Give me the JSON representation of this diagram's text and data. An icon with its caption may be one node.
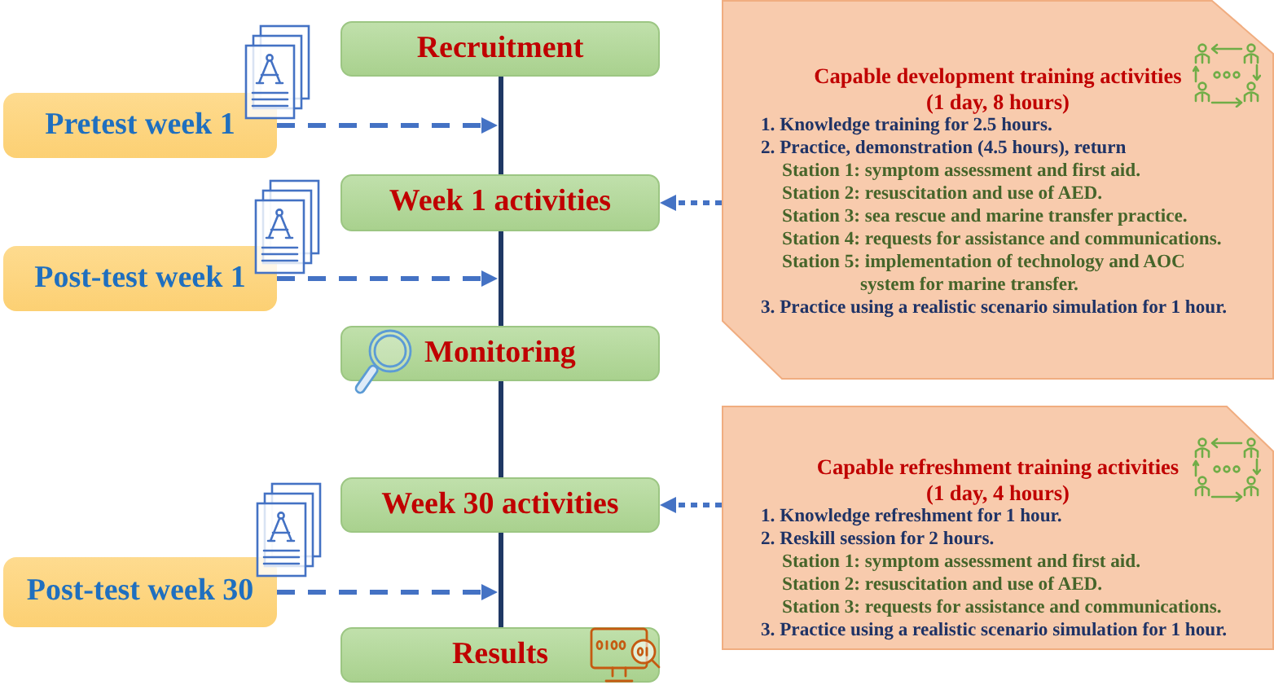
{
  "diagram": {
    "nodes": [
      {
        "text": [
          "Recruitment"
        ]
      },
      {
        "text": [
          "Pretest week 1"
        ]
      },
      {
        "text": [
          "Week 1 activities"
        ]
      },
      {
        "text": [
          "Post-test week 1"
        ]
      },
      {
        "text": [
          "Monitoring"
        ]
      },
      {
        "text": [
          "Week 30 activities"
        ]
      },
      {
        "text": [
          "Post-test week 30"
        ]
      },
      {
        "text": [
          "Results"
        ]
      },
      {
        "text": [
          "Capable development training activities",
          "(1 day, 8 hours)",
          "1. Knowledge training for 2.5 hours.",
          "2. Practice, demonstration (4.5 hours), return",
          "Station 1: symptom assessment and first aid.",
          "Station 2: resuscitation and use of AED.",
          "Station 3: sea rescue and marine transfer practice.",
          "Station 4: requests for assistance and communications.",
          "Station 5: implementation of technology and AOC system for marine transfer.",
          "3. Practice using a realistic scenario simulation for 1 hour."
        ]
      },
      {
        "text": [
          "Capable refreshment training activities",
          "(1 day, 4 hours)",
          "1. Knowledge refreshment for 1 hour.",
          "2. Reskill session for 2 hours.",
          "Station 1: symptom assessment and first aid.",
          "Station 2: resuscitation and use of AED.",
          "Station 3: requests for assistance and communications.",
          "3. Practice using a realistic scenario simulation for 1 hour."
        ]
      },
      {
        "text": [],
        "shape": "bar"
      },
      {
        "text": [],
        "shape": "bar"
      },
      {
        "text": [],
        "shape": "bar"
      },
      {
        "text": [],
        "shape": "bar"
      }
    ],
    "edges": [
      {
        "from": 1,
        "to": 10,
        "arrow": "to",
        "style": "dashed"
      },
      {
        "from": 3,
        "to": 11,
        "arrow": "to",
        "style": "dashed"
      },
      {
        "from": 6,
        "to": 13,
        "arrow": "to",
        "style": "dashed"
      },
      {
        "from": 8,
        "to": 2,
        "arrow": "to",
        "style": "dashed"
      },
      {
        "from": 9,
        "to": 5,
        "arrow": "to",
        "style": "dashed"
      }
    ]
  }
}
